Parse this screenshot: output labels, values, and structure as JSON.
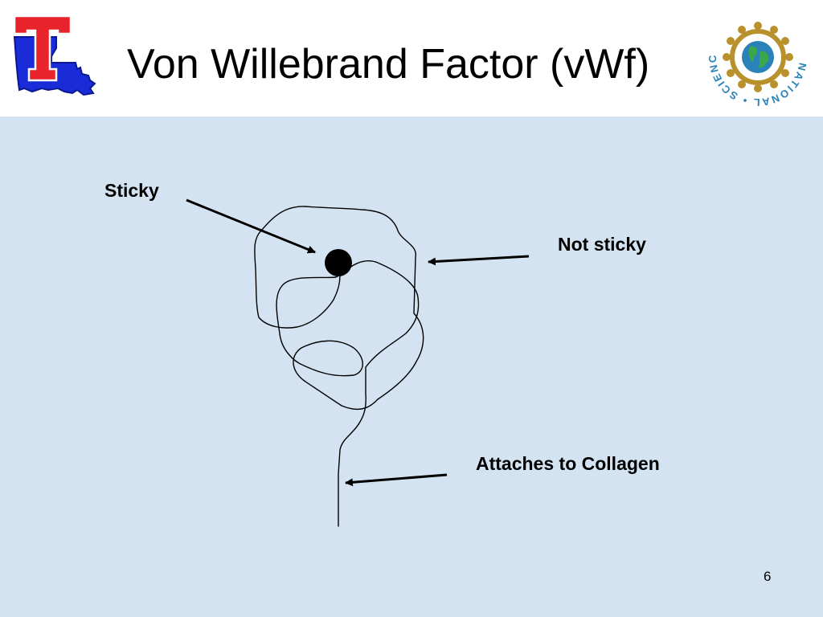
{
  "slide": {
    "title": "Von Willebrand Factor (vWf)",
    "page_number": "6"
  },
  "logos": {
    "left": {
      "name": "louisiana-tech-logo",
      "text": "T"
    },
    "right": {
      "name": "nsf-logo",
      "text": "NATIONAL • SCIENCE • FOUNDATION"
    }
  },
  "diagram": {
    "labels": {
      "sticky": "Sticky",
      "not_sticky": "Not sticky",
      "collagen": "Attaches to Collagen"
    }
  },
  "colors": {
    "content_background": "#d3e3f1",
    "latech_blue": "#1a2bd8",
    "latech_red": "#e8232b",
    "nsf_blue": "#2a82b8",
    "nsf_gold": "#b8902c"
  }
}
